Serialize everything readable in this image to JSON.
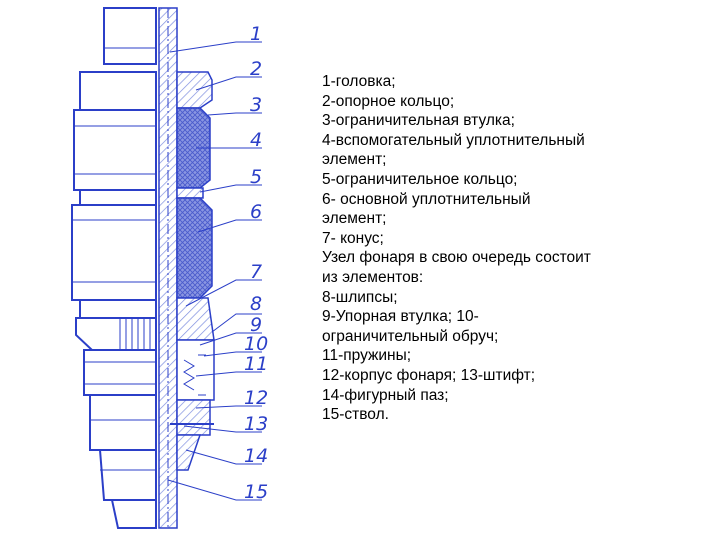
{
  "colors": {
    "drawing": "#2b3fc8",
    "hatch": "#7f8fe0",
    "seal": "#6a78d8",
    "text": "#000000"
  },
  "callouts": [
    "1",
    "2",
    "3",
    "4",
    "5",
    "6",
    "7",
    "8",
    "9",
    "10",
    "11",
    "12",
    "13",
    "14",
    "15"
  ],
  "legend": [
    "1-головка;",
    "2-опорное кольцо;",
    "3-ограничительная втулка;",
    "4-вспомогательный уплотнительный",
    "элемент;",
    "5-ограничительное кольцо;",
    "6- основной уплотнительный",
    "элемент;",
    "7- конус;",
    "Узел фонаря в свою очередь состоит",
    "из элементов:",
    "8-шлипсы;",
    "9-Упорная втулка; 10-",
    "ограничительный обруч;",
    "11-пружины;",
    "12-корпус фонаря; 13-штифт;",
    "14-фигурный паз;",
    "15-ствол."
  ]
}
